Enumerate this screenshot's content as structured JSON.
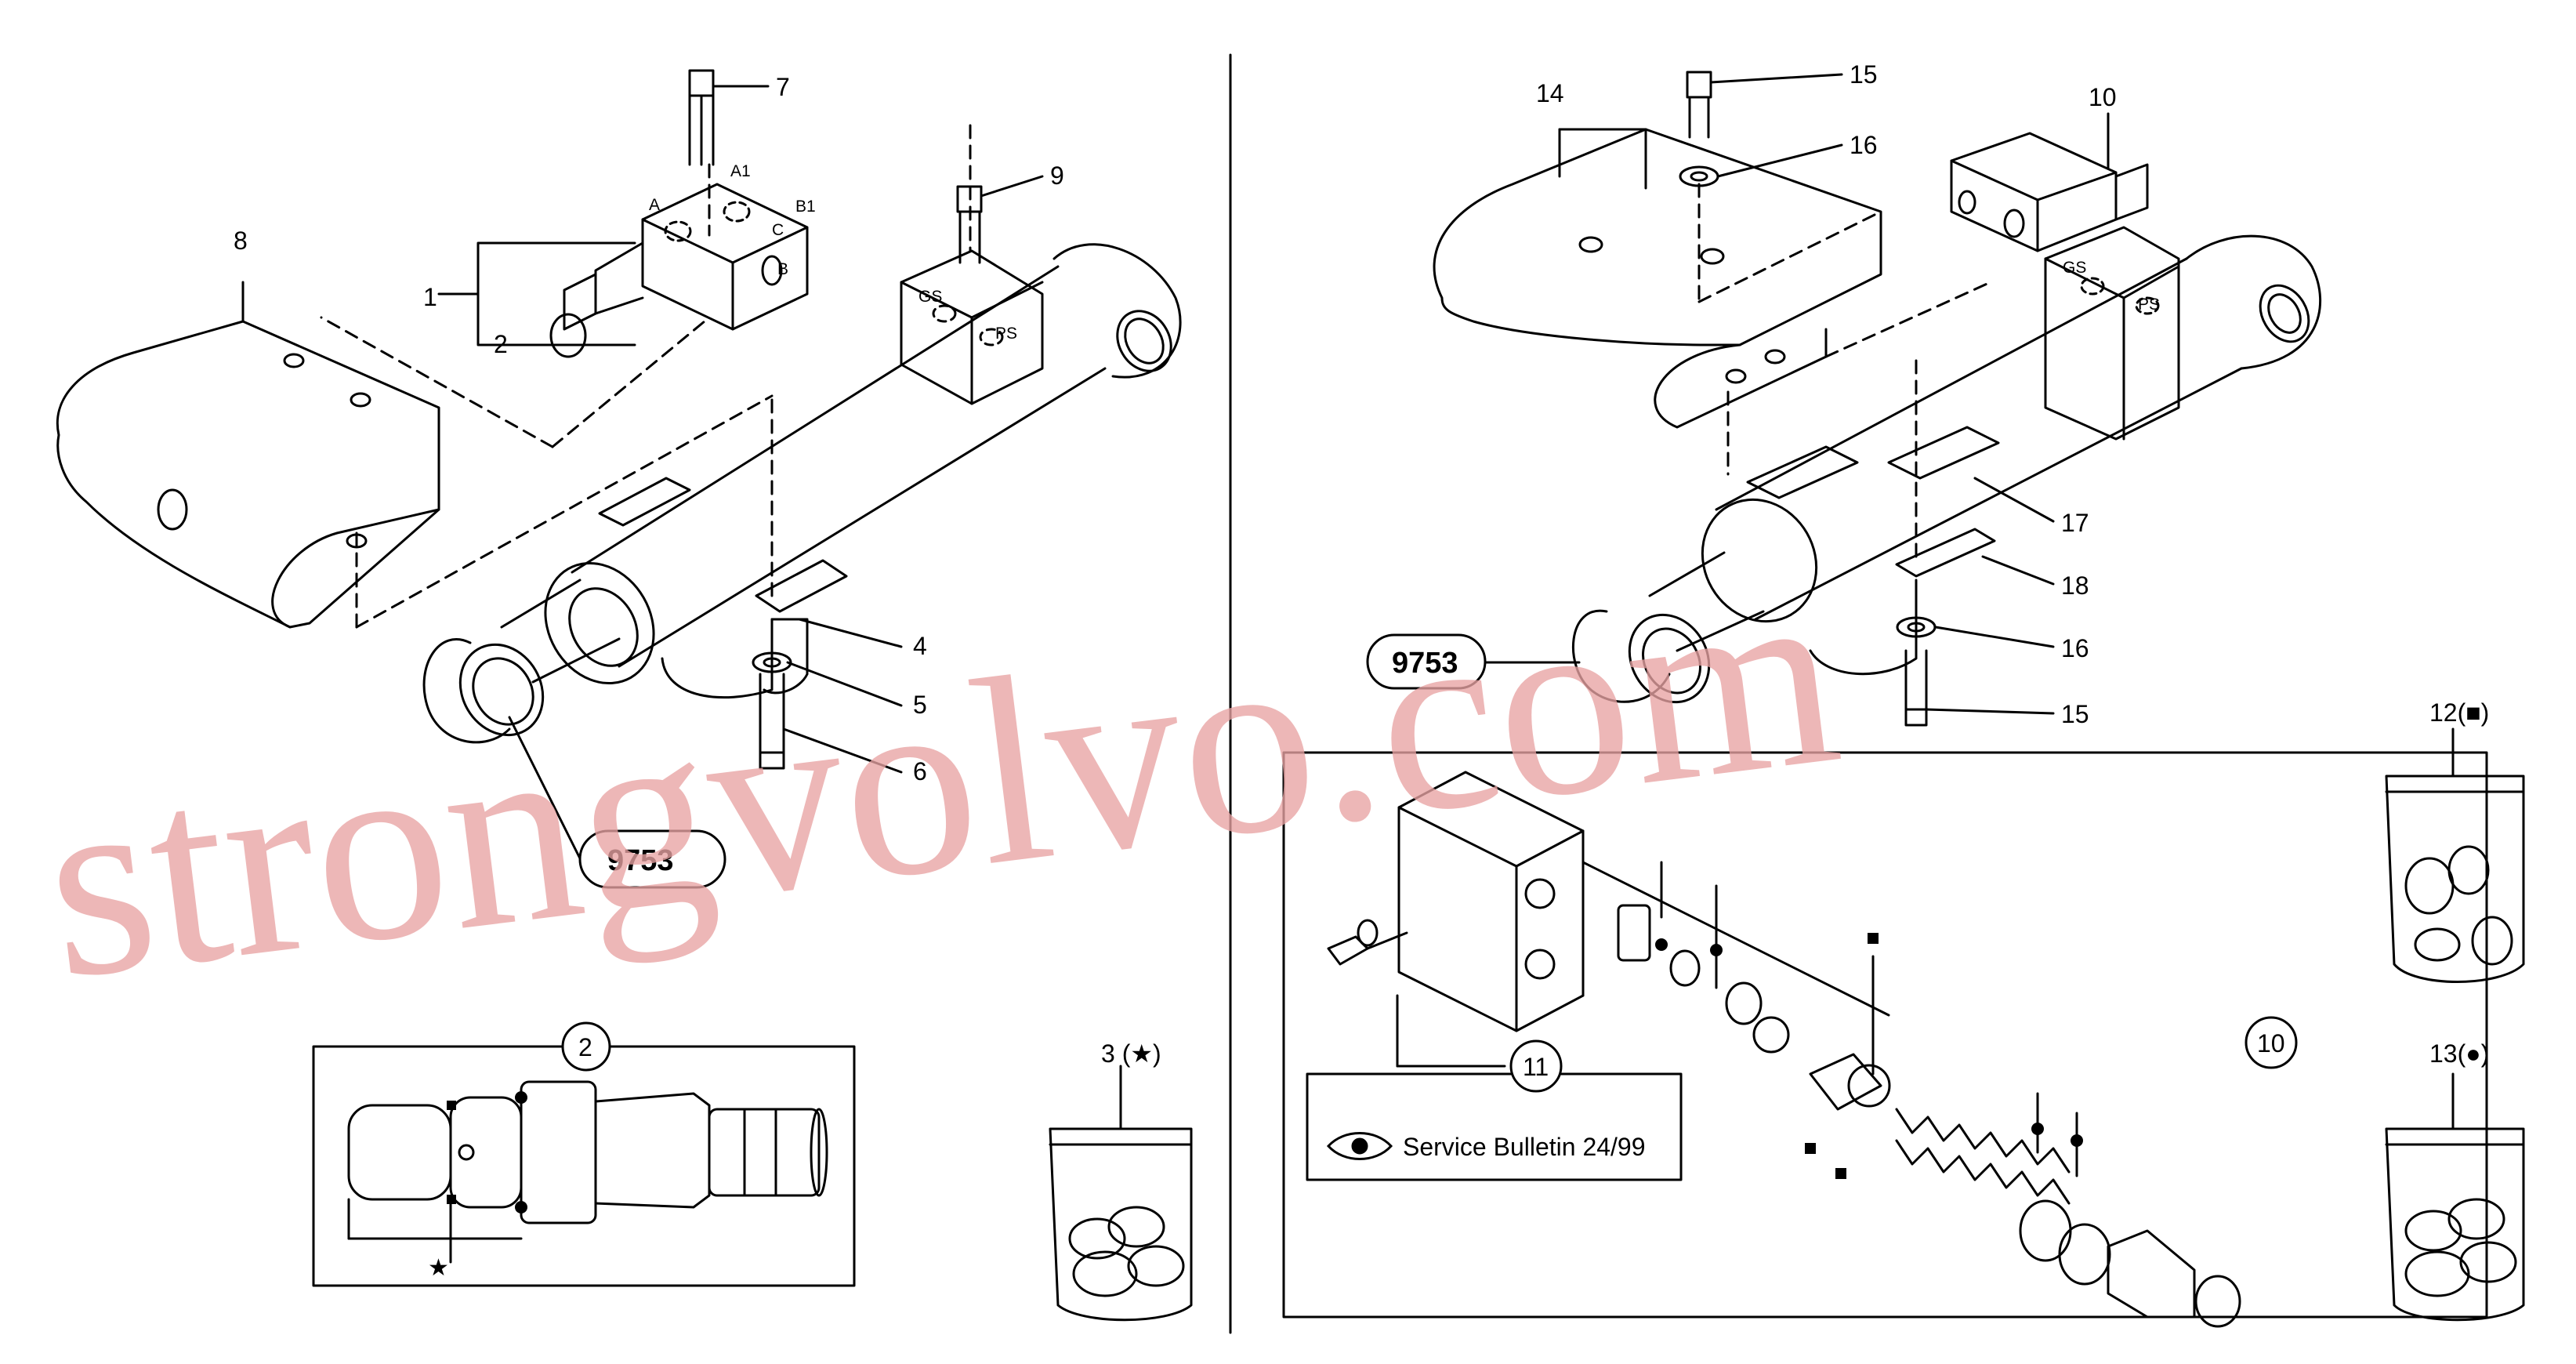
{
  "callouts": {
    "c1": "1",
    "c2": "2",
    "c3": "3 (★)",
    "c4": "4",
    "c5": "5",
    "c6": "6",
    "c7": "7",
    "c8": "8",
    "c9": "9",
    "c10_top": "10",
    "c10_panel": "10",
    "c11": "11",
    "c12": "12(■)",
    "c13": "13(●)",
    "c14": "14",
    "c15_top": "15",
    "c15_bottom": "15",
    "c16_top": "16",
    "c16_bottom": "16",
    "c17": "17",
    "c18": "18",
    "c2_detail": "2"
  },
  "ports": {
    "a": "A",
    "a1": "A1",
    "b1": "B1",
    "b": "B",
    "c": "C",
    "gs_left": "GS",
    "ps_left": "PS",
    "gs_right": "GS",
    "ps_right": "PS"
  },
  "boxes": {
    "ref_left": "9753",
    "ref_right": "9753"
  },
  "service_bulletin": "Service Bulletin 24/99",
  "icons": [
    "eye-icon",
    "star-icon",
    "square-icon",
    "dot-icon"
  ],
  "watermark": "strongvolvo.com",
  "colors": {
    "line": "#000000",
    "watermark": "#e8a3a3",
    "background": "#ffffff"
  }
}
